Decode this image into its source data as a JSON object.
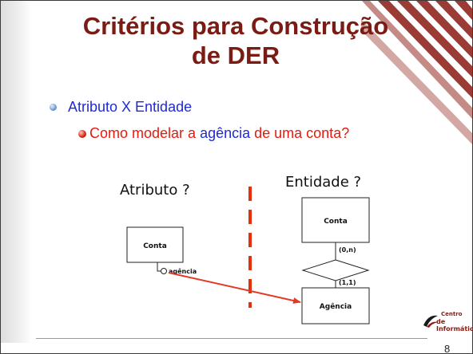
{
  "slide": {
    "title_line1": "Critérios para Construção",
    "title_line2": "de DER",
    "bullet1": "Atributo X Entidade",
    "bullet2": {
      "part1": "Como modelar a ",
      "highlight": "agência",
      "part2": " de uma conta?"
    },
    "left_heading": "Atributo ?",
    "right_heading": "Entidade ?",
    "page_number": "8"
  },
  "diagram": {
    "attribute_side": {
      "entity_label": "Conta",
      "attribute_label": "agência"
    },
    "entity_side": {
      "top_entity_label": "Conta",
      "bottom_entity_label": "Agência",
      "top_cardinality": "(0,n)",
      "bottom_cardinality": "(1,1)"
    }
  },
  "logo": {
    "line1": "Centro",
    "line2": "de Informática"
  },
  "colors": {
    "title": "#7b1c14",
    "blue_text": "#1f2ad8",
    "red_text": "#e51a0e",
    "dashed_divider": "#e5300b",
    "arrow": "#e23a25"
  }
}
